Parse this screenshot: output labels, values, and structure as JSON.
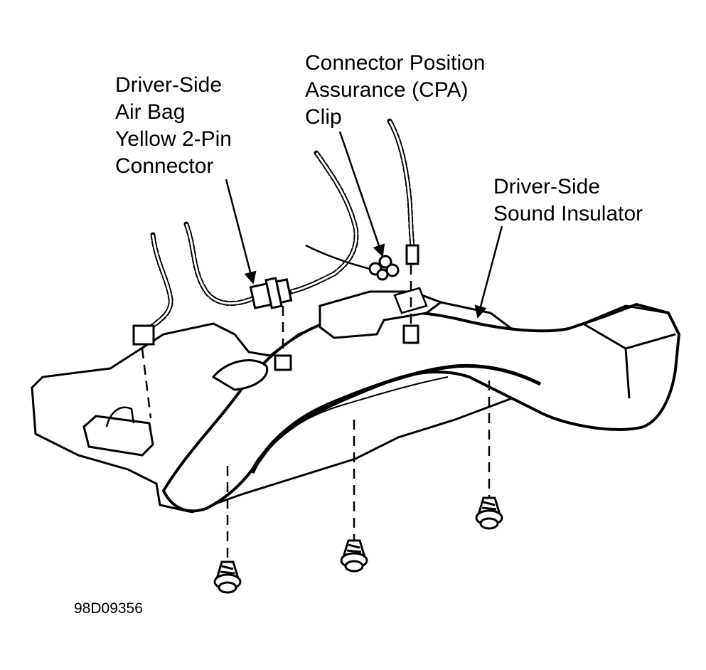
{
  "labels": {
    "airbag_connector": [
      "Driver-Side",
      "Air Bag",
      "Yellow 2-Pin",
      "Connector"
    ],
    "cpa_clip": [
      "Connector Position",
      "Assurance (CPA)",
      "Clip"
    ],
    "sound_insulator": [
      "Driver-Side",
      "Sound Insulator"
    ],
    "figure_id": "98D09356"
  },
  "colors": {
    "ink": "#000000",
    "paper": "#ffffff"
  }
}
